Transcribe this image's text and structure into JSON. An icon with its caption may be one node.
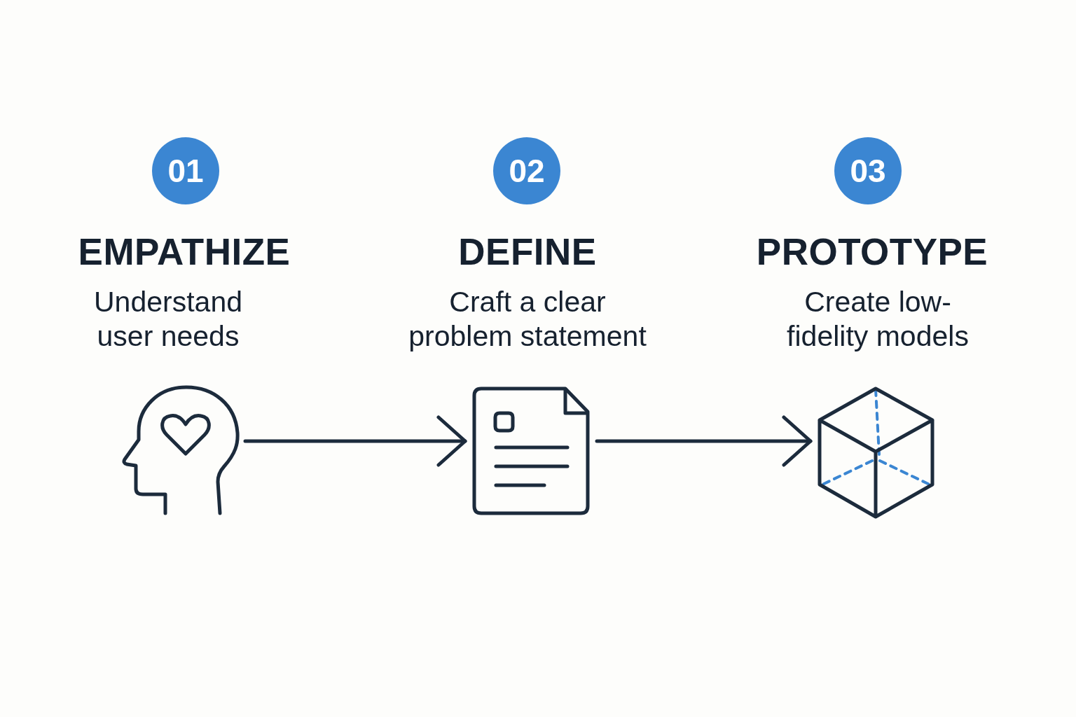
{
  "diagram": {
    "nodes": [
      {
        "text": [
          "01"
        ],
        "beside": [
          "EMPATHIZE",
          "Understand user needs"
        ]
      },
      {
        "text": [],
        "shape": "picture"
      },
      {
        "text": [
          "02"
        ],
        "beside": [
          "DEFINE",
          "Craft a clear problem statement"
        ]
      },
      {
        "text": [],
        "shape": "picture"
      },
      {
        "text": [
          "03"
        ],
        "beside": [
          "PROTOTYPE",
          "Create low-fidelity models"
        ]
      },
      {
        "text": [],
        "shape": "picture"
      }
    ],
    "edges": [
      {
        "from": 1,
        "to": 3,
        "arrow": "to"
      },
      {
        "from": 3,
        "to": 5,
        "arrow": "to"
      }
    ]
  }
}
